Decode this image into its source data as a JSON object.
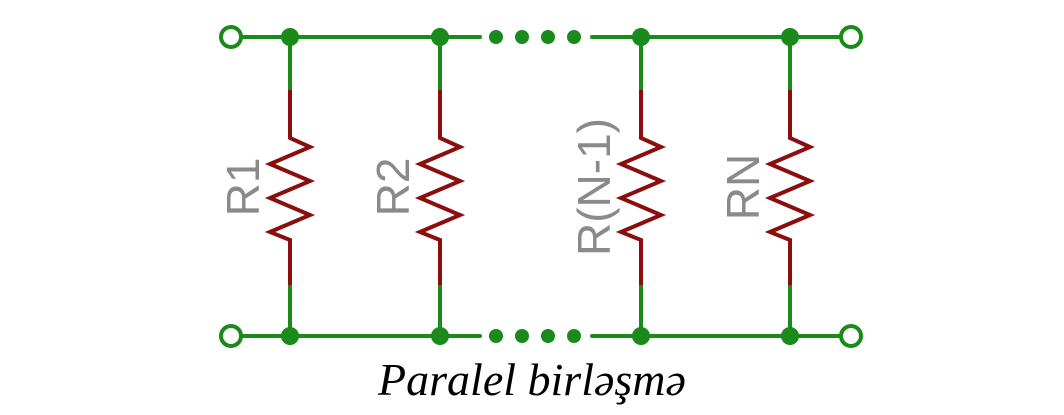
{
  "caption": "Paralel birləşmə",
  "resistors": [
    {
      "label": "R1"
    },
    {
      "label": "R2"
    },
    {
      "label": "R(N-1)"
    },
    {
      "label": "RN"
    }
  ],
  "colors": {
    "wire": "#1a8a1a",
    "resistor": "#8b0d0d",
    "label": "#8a8a8a",
    "terminal_fill": "#ffffff"
  }
}
